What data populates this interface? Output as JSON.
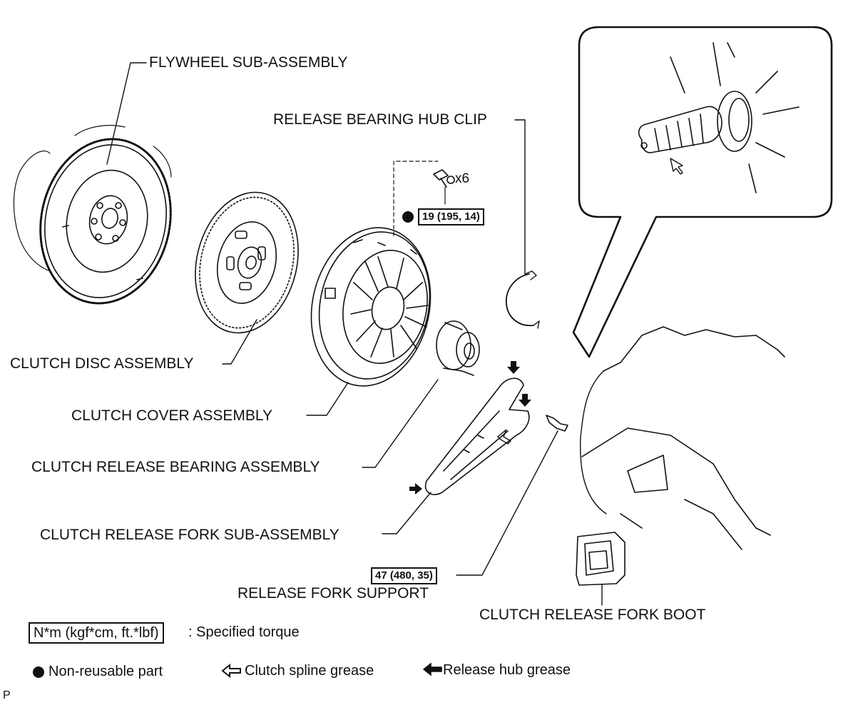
{
  "labels": {
    "flywheel": "FLYWHEEL SUB-ASSEMBLY",
    "hub_clip": "RELEASE BEARING HUB CLIP",
    "clutch_disc": "CLUTCH DISC ASSEMBLY",
    "clutch_cover": "CLUTCH COVER ASSEMBLY",
    "release_bearing": "CLUTCH RELEASE BEARING ASSEMBLY",
    "release_fork": "CLUTCH RELEASE FORK SUB-ASSEMBLY",
    "fork_support": "RELEASE FORK SUPPORT",
    "fork_boot": "CLUTCH RELEASE FORK BOOT"
  },
  "quantity": "x6",
  "torques": {
    "cover_bolt": "19 (195, 14)",
    "fork_support": "47 (480, 35)"
  },
  "legend": {
    "torque_unit": "N*m (kgf*cm, ft.*lbf)",
    "torque_text": ": Specified torque",
    "non_reusable": "Non-reusable part",
    "spline_grease": "Clutch spline grease",
    "hub_grease": "Release hub grease"
  },
  "footer_code": "P"
}
